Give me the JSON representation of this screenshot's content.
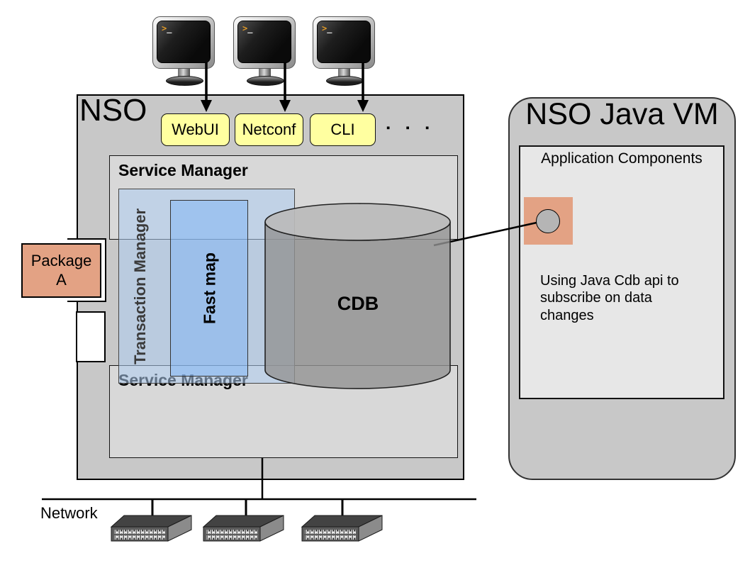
{
  "terminals": {
    "prompt_arrow": ">",
    "prompt_cursor": "_"
  },
  "nso": {
    "title": "NSO",
    "interfaces": [
      {
        "label": "WebUI"
      },
      {
        "label": "Netconf"
      },
      {
        "label": "CLI"
      }
    ],
    "ellipsis": "▪ ▪ ▪",
    "service_manager_top_label": "Service Manager",
    "service_manager_bottom_label": "Service Manager",
    "transaction_manager_label": "Transaction Manager",
    "fast_map_label": "Fast map",
    "cdb_label": "CDB",
    "package_label_line1": "Package",
    "package_label_line2": "A"
  },
  "java_vm": {
    "title": "NSO Java VM",
    "app_components_label": "Application Components",
    "note": "Using Java Cdb api to subscribe on data changes"
  },
  "network_label": "Network",
  "colors": {
    "nso_fill": "#c8c8c8",
    "service_manager_fill": "#d8d8d8",
    "interface_fill": "#ffffa0",
    "transaction_manager_fill": "rgba(175,205,242,0.55)",
    "fast_map_fill": "rgba(125,180,246,0.50)",
    "cdb_fill": "#9a9a9a",
    "package_fill": "#e3a284",
    "app_component_fill": "#e7e7e7",
    "terminal_prompt_arrow": "#e09a28"
  }
}
